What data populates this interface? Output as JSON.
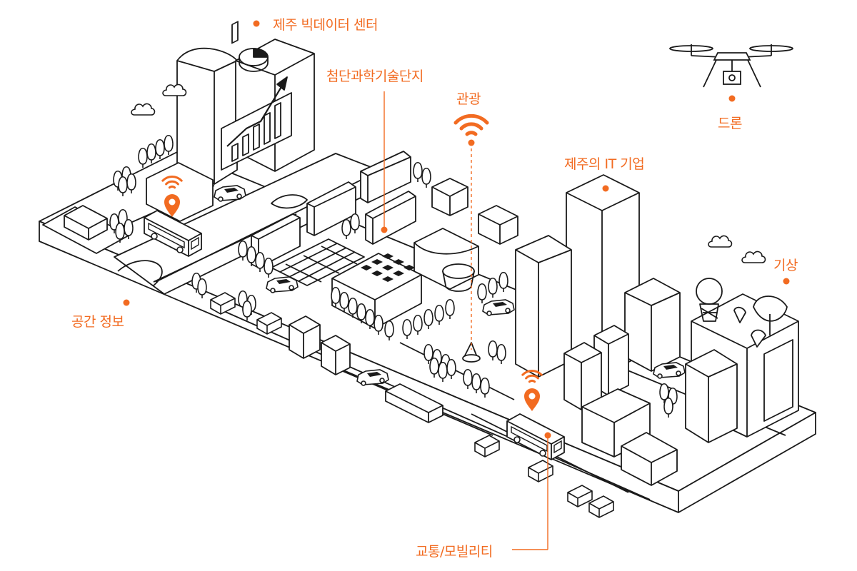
{
  "colors": {
    "accent": "#f26b21",
    "line": "#1a1a1a",
    "fill": "#ffffff"
  },
  "labels": {
    "bigdata_center": "제주 빅데이터 센터",
    "science_complex": "첨단과학기술단지",
    "tourism": "관광",
    "drone": "드론",
    "it_companies": "제주의 IT 기업",
    "weather": "기상",
    "spatial_info": "공간 정보",
    "transport": "교통/모빌리티"
  },
  "icons": [
    "cloud-icon",
    "drone-icon",
    "wifi-signal-icon",
    "location-pin-icon",
    "bus-icon",
    "car-icon",
    "satellite-dish-icon",
    "weather-radar-icon",
    "tree-icon",
    "bar-chart-icon",
    "pie-chart-icon"
  ]
}
